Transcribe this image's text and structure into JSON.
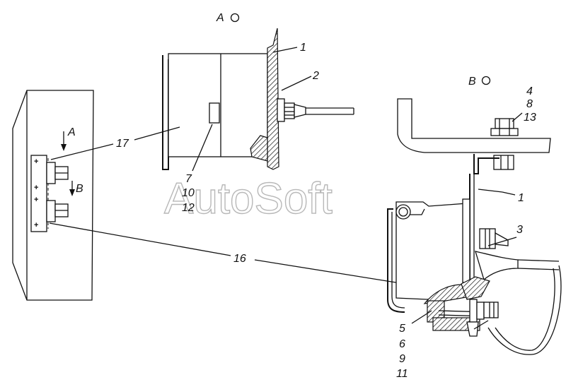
{
  "views": {
    "view_a_title": "A",
    "view_b_title": "B"
  },
  "arrows": {
    "a": "A",
    "b": "B"
  },
  "callouts": {
    "c1_a": "1",
    "c2": "2",
    "c7": "7",
    "c10": "10",
    "c12": "12",
    "c17": "17",
    "c16": "16",
    "c4": "4",
    "c8": "8",
    "c13": "13",
    "c1_b": "1",
    "c3": "3",
    "c5": "5",
    "c6": "6",
    "c9": "9",
    "c11": "11"
  },
  "terminal_signs": [
    "+",
    "+",
    "+",
    "+"
  ],
  "watermark": "AutoSoft"
}
